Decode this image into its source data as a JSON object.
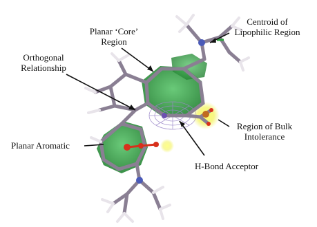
{
  "labels": {
    "centroid": [
      "Centroid of",
      "Lipophilic Region"
    ],
    "core": [
      "Planar ‘Core’",
      "Region"
    ],
    "orthogonal": [
      "Orthogonal",
      "Relationship"
    ],
    "bulk": [
      "Region of Bulk",
      "Intolerance"
    ],
    "aromatic": "Planar Aromatic",
    "hbond": "H-Bond Acceptor"
  },
  "colors": {
    "bond": "#8a7f93",
    "bond_dark": "#5b4f66",
    "hydrogen": "#e8e4ea",
    "ring_fill": "#2f9e3f",
    "sphere_glow": "#f1f03a",
    "mesh": "#9a86c8",
    "nitrogen": "#4a5ab8",
    "oxygen": "#d8301c"
  }
}
